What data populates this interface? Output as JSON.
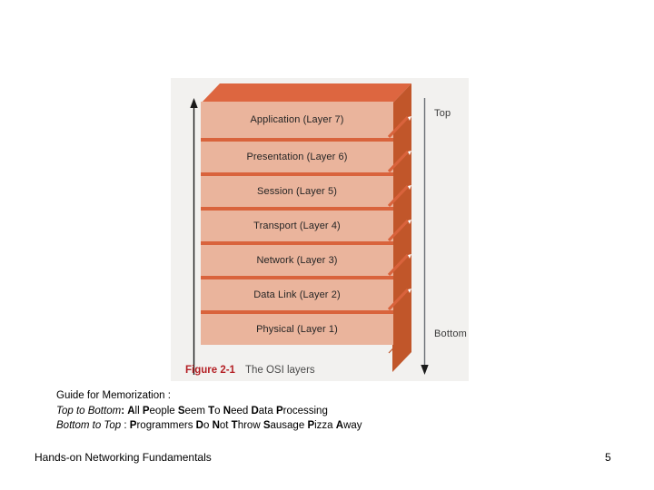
{
  "figure": {
    "number": "Figure 2-1",
    "title": "The OSI layers",
    "top_label": "Top",
    "bottom_label": "Bottom",
    "layers": [
      {
        "label": "Application (Layer 7)"
      },
      {
        "label": "Presentation (Layer 6)"
      },
      {
        "label": "Session (Layer 5)"
      },
      {
        "label": "Transport (Layer 4)"
      },
      {
        "label": "Network (Layer 3)"
      },
      {
        "label": "Data Link (Layer 2)"
      },
      {
        "label": "Physical (Layer 1)"
      }
    ],
    "colors": {
      "panel_background": "#f2f1ef",
      "layer_face": "#eab49c",
      "layer_divider": "#d9633c",
      "top_face": "#dd6640",
      "side_face": "#c1562a",
      "figure_number": "#b42025",
      "arrow": "#1a1a1a"
    }
  },
  "memorization": {
    "heading": "Guide for Memorization :",
    "top_to_bottom": {
      "direction": "Top to Bottom",
      "separator": ":",
      "words": [
        {
          "initial": "A",
          "rest": "ll"
        },
        {
          "initial": "P",
          "rest": "eople"
        },
        {
          "initial": "S",
          "rest": "eem"
        },
        {
          "initial": "T",
          "rest": "o"
        },
        {
          "initial": "N",
          "rest": "eed"
        },
        {
          "initial": "D",
          "rest": "ata"
        },
        {
          "initial": "P",
          "rest": "rocessing"
        }
      ],
      "phrase": "All People Seem To Need Data Processing"
    },
    "bottom_to_top": {
      "direction": "Bottom to Top",
      "separator": ":",
      "words": [
        {
          "initial": "P",
          "rest": "rogrammers"
        },
        {
          "initial": "D",
          "rest": "o"
        },
        {
          "initial": "N",
          "rest": "ot"
        },
        {
          "initial": "T",
          "rest": "hrow"
        },
        {
          "initial": "S",
          "rest": "ausage"
        },
        {
          "initial": "P",
          "rest": "izza"
        },
        {
          "initial": "A",
          "rest": "way"
        }
      ],
      "phrase": "Programmers Do Not Throw Sausage Pizza Away"
    }
  },
  "footer": {
    "title": "Hands-on Networking Fundamentals",
    "page_number": "5"
  }
}
